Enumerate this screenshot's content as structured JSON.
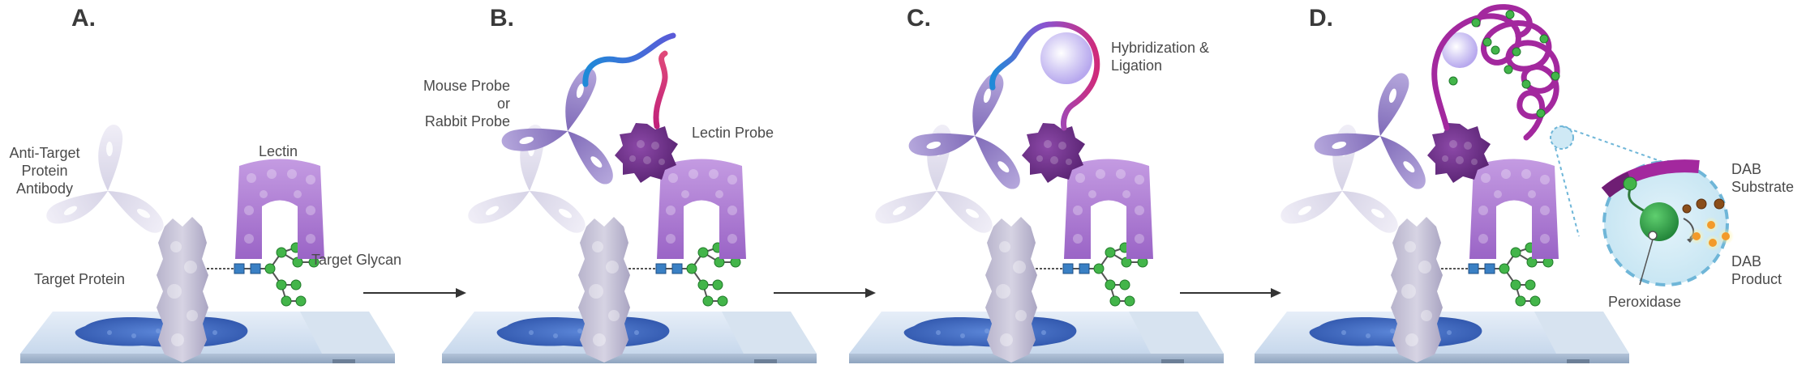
{
  "panels": [
    {
      "letter": "A.",
      "labels": {
        "antibody": [
          "Anti-Target",
          "Protein",
          "Antibody"
        ],
        "lectin": "Lectin",
        "target_protein": "Target Protein",
        "target_glycan": "Target Glycan"
      }
    },
    {
      "letter": "B.",
      "labels": {
        "probes": [
          "Mouse Probe or",
          "Rabbit Probe"
        ],
        "lectin_probe": "Lectin Probe"
      }
    },
    {
      "letter": "C.",
      "labels": {
        "hybridization": [
          "Hybridization &",
          "Ligation"
        ]
      }
    },
    {
      "letter": "D.",
      "labels": {
        "dab_substrate": [
          "DAB",
          "Substrate"
        ],
        "dab_product": [
          "DAB",
          "Product"
        ],
        "peroxidase": "Peroxidase"
      }
    }
  ],
  "colors": {
    "text": "#4a4a4a",
    "antibody": "#e4e2f0",
    "probe_antibody": "#9b88c9",
    "lectin": "#a97ad0",
    "lectin_probe": "#6b2f86",
    "protein": "#c9c6d9",
    "glycan_blue": "#3a80c4",
    "glycan_green": "#43b54a",
    "slide": "#cfdff0",
    "tissue": "#4870c4",
    "rca_magenta": "#a3289e",
    "peroxidase": "#36a046",
    "dab_substrate": "#8a4e1a",
    "dab_product": "#f39a2a",
    "zoom_circle": "#d2ebf6"
  }
}
